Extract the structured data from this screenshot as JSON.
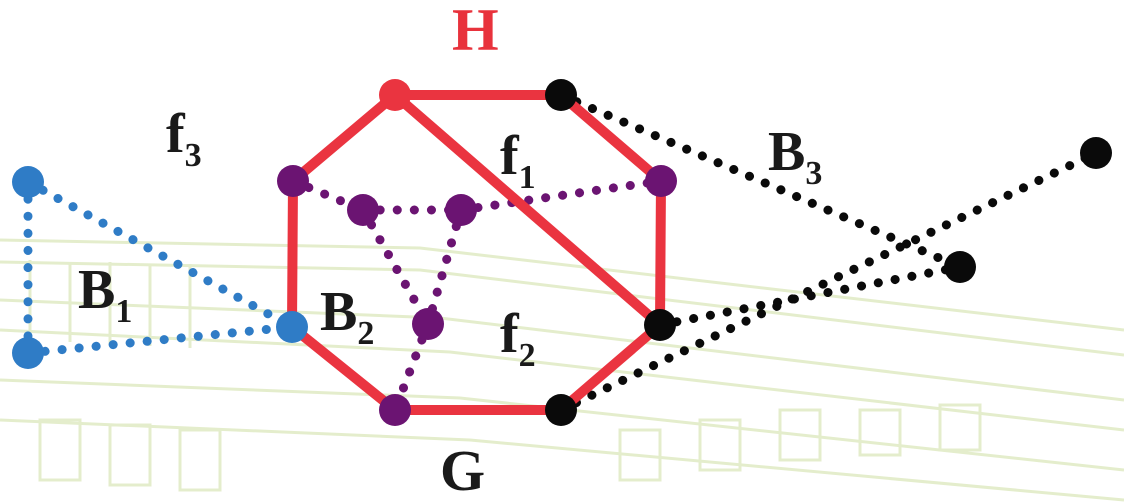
{
  "colors": {
    "red": "#ea3440",
    "purple": "#6b1472",
    "blue": "#2f7cc6",
    "black": "#0a0a0a",
    "watermark": "#d9e6b8"
  },
  "labels": {
    "title": "H",
    "bottom": "G",
    "f3": {
      "base": "f",
      "sub": "3"
    },
    "f1": {
      "base": "f",
      "sub": "1"
    },
    "f2": {
      "base": "f",
      "sub": "2"
    },
    "b1": {
      "base": "B",
      "sub": "1"
    },
    "b2": {
      "base": "B",
      "sub": "2"
    },
    "b3": {
      "base": "B",
      "sub": "3"
    }
  }
}
